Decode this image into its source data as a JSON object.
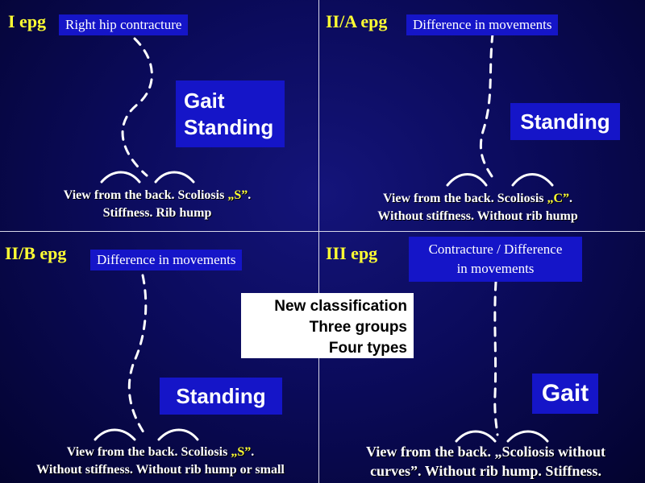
{
  "quadrants": {
    "q1": {
      "title": "I epg",
      "label": "Right hip contracture",
      "mode_line1": "Gait",
      "mode_line2": "Standing",
      "desc_a": "View from the back. Scoliosis ",
      "desc_q": "„S”",
      "desc_b": ".",
      "desc_line2": "Stiffness. Rib hump"
    },
    "q2": {
      "title": "II/A epg",
      "label": "Difference in movements",
      "mode_line1": "Standing",
      "desc_a": "View from the back. Scoliosis ",
      "desc_q": "„C”",
      "desc_b": ".",
      "desc_line2": "Without stiffness. Without rib hump"
    },
    "q3": {
      "title": "II/B epg",
      "label": "Difference in movements",
      "mode_line1": "Standing",
      "desc_a": "View from the back. Scoliosis ",
      "desc_q": "„S”",
      "desc_b": ".",
      "desc_line2": "Without stiffness. Without rib hump or small"
    },
    "q4": {
      "title": "III epg",
      "label_line1": "Contracture / Difference",
      "label_line2": "in movements",
      "mode_line1": "Gait",
      "desc_line1": "View from the back. „Scoliosis without",
      "desc_line2": "curves”. Without rib hump. Stiffness."
    }
  },
  "center": {
    "line1": "New classification",
    "line2": "Three groups",
    "line3": "Four types"
  },
  "colors": {
    "background": "#0b0b5c",
    "title": "#ffff33",
    "label_box": "#1515c8",
    "text": "#ffffff"
  }
}
